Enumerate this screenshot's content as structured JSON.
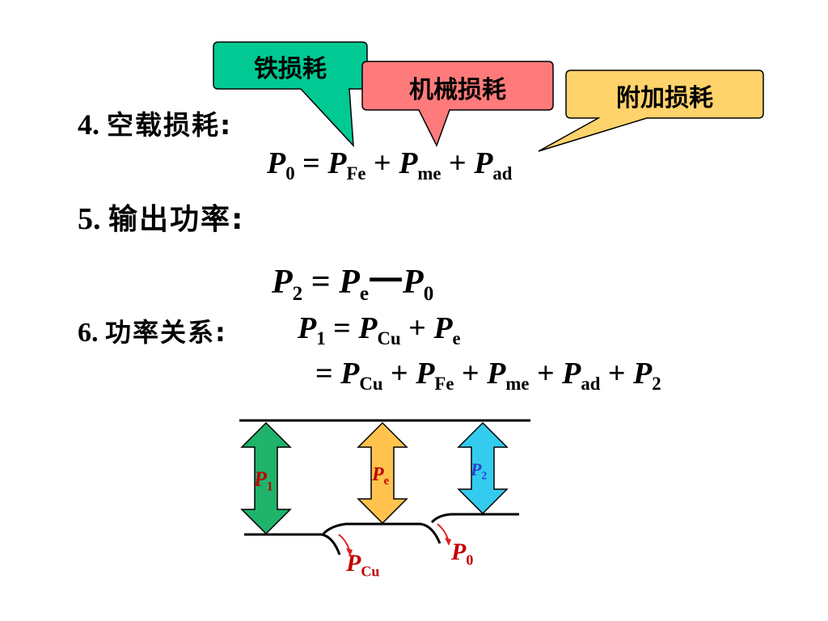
{
  "callouts": {
    "iron": "铁损耗",
    "mech": "机械损耗",
    "add": "附加损耗"
  },
  "section4": {
    "num": "4.",
    "title": "空载损耗:"
  },
  "eq1": {
    "lhs": "P",
    "lhs_sub": "0",
    "eq": "=",
    "t1": "P",
    "t1_sub": "Fe",
    "plus1": "+",
    "t2": "P",
    "t2_sub": "me",
    "plus2": "+",
    "t3": "P",
    "t3_sub": "ad"
  },
  "section5": {
    "num": "5.",
    "title": "输出功率:"
  },
  "eq2": {
    "lhs": "P",
    "lhs_sub": "2",
    "eq": "=",
    "t1": "P",
    "t1_sub": "e",
    "minus": "一",
    "t2": "P",
    "t2_sub": "0"
  },
  "section6": {
    "num": "6.",
    "title": "功率关系:"
  },
  "eq3": {
    "lhs": "P",
    "lhs_sub": "1",
    "eq": "=",
    "t1": "P",
    "t1_sub": "Cu",
    "plus": "+",
    "t2": "P",
    "t2_sub": "e"
  },
  "eq4": {
    "eq": "=",
    "t1": "P",
    "t1_sub": "Cu",
    "p1": "+",
    "t2": "P",
    "t2_sub": "Fe",
    "p2": "+",
    "t3": "P",
    "t3_sub": "me",
    "p3": "+",
    "t4": "P",
    "t4_sub": "ad",
    "p4": "+",
    "t5": "P",
    "t5_sub": "2"
  },
  "diagram": {
    "p1": {
      "letter": "P",
      "sub": "1"
    },
    "pe": {
      "letter": "P",
      "sub": "e"
    },
    "p2": {
      "letter": "P",
      "sub": "2"
    },
    "pcu": {
      "letter": "P",
      "sub": "Cu"
    },
    "p0": {
      "letter": "P",
      "sub": "0"
    }
  },
  "colors": {
    "iron": "#00c994",
    "mech": "#ff7b7b",
    "add": "#ffd36b",
    "p1_arrow": "#1fb36b",
    "pe_arrow": "#ffc34d",
    "p2_arrow": "#33ccee",
    "loss_arrow": "#e02020",
    "label_red": "#c00000",
    "label_blue": "#2a3fcf"
  }
}
